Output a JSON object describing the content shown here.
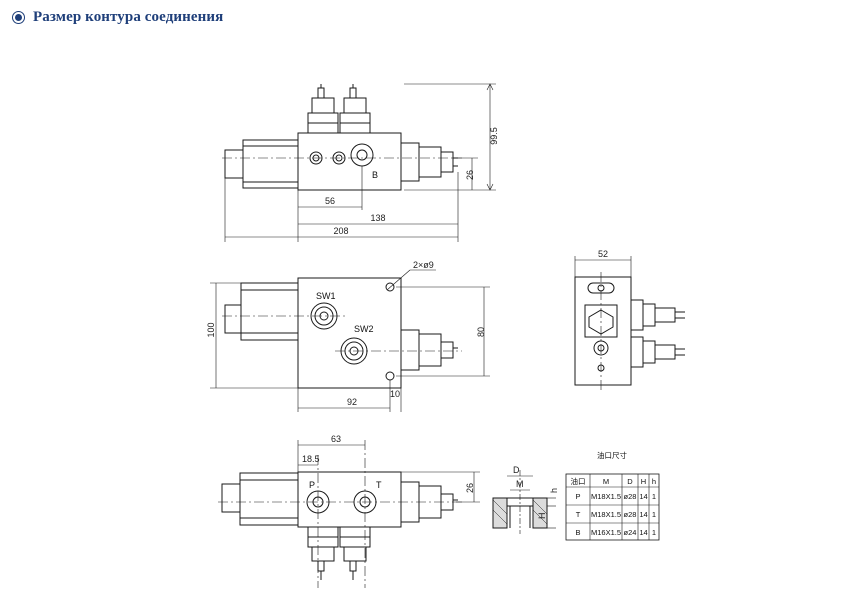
{
  "header": {
    "title": "Размер контура соединения"
  },
  "colors": {
    "accent": "#1f3f7a",
    "line": "#1a1a1a"
  },
  "icons": {
    "header_bullet": "radio-selected-icon"
  },
  "views": {
    "top": {
      "dims": {
        "height": "99.5",
        "offset_b": "26",
        "port_offset": "56",
        "body_length": "138",
        "total_length": "208"
      },
      "port_label": "B"
    },
    "front": {
      "dims": {
        "holes": "2×ø9",
        "height_total": "100",
        "height_body": "80",
        "width": "92",
        "edge": "10"
      },
      "labels": {
        "sw1": "SW1",
        "sw2": "SW2"
      }
    },
    "side": {
      "dims": {
        "width": "52"
      }
    },
    "bottom": {
      "dims": {
        "span": "63",
        "offset": "18.5",
        "height": "26"
      },
      "labels": {
        "p": "P",
        "t": "T"
      }
    }
  },
  "port_detail": {
    "labels": {
      "d": "D",
      "m": "M",
      "h_small": "h",
      "h_big": "H"
    }
  },
  "port_table": {
    "title": "油口尺寸",
    "headers": [
      "油口",
      "M",
      "D",
      "H",
      "h"
    ],
    "rows": [
      [
        "P",
        "M18X1.5",
        "ø28",
        "14",
        "1"
      ],
      [
        "T",
        "M18X1.5",
        "ø28",
        "14",
        "1"
      ],
      [
        "B",
        "M16X1.5",
        "ø24",
        "14",
        "1"
      ]
    ]
  }
}
